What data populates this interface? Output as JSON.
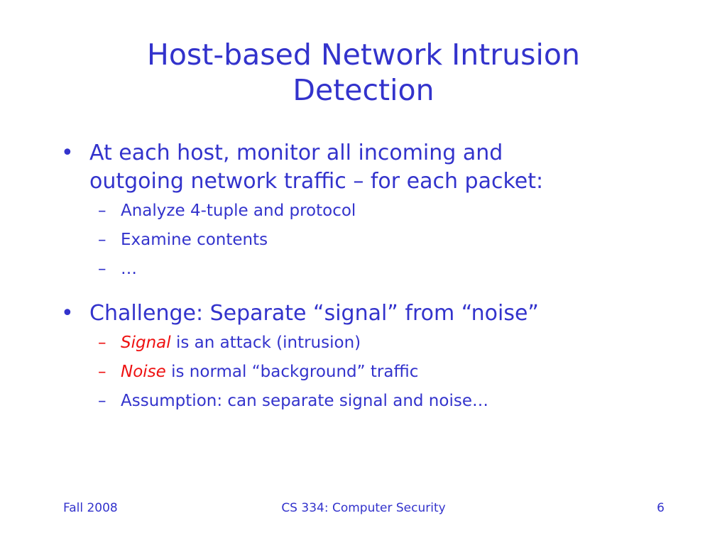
{
  "slide": {
    "title_line1": "Host-based Network Intrusion",
    "title_line2": "Detection",
    "bullet_glyph": "•",
    "dash_glyph": "–",
    "bullets": [
      {
        "text_line1": "At each host, monitor all incoming and",
        "text_line2": "outgoing network traffic – for each packet:",
        "subs": [
          {
            "text": "Analyze 4-tuple and protocol"
          },
          {
            "text": "Examine contents"
          },
          {
            "text": "…"
          }
        ]
      },
      {
        "text": "Challenge: Separate “signal” from “noise”",
        "subs": [
          {
            "em": "Signal",
            "text": " is an attack (intrusion)"
          },
          {
            "em": "Noise",
            "text": " is normal “background” traffic"
          },
          {
            "text": "Assumption: can separate signal and noise…"
          }
        ]
      }
    ]
  },
  "footer": {
    "left": "Fall 2008",
    "center": "CS 334: Computer Security",
    "right": "6"
  },
  "colors": {
    "text": "#3333cc",
    "emphasis": "#ee1111",
    "background": "#ffffff"
  }
}
